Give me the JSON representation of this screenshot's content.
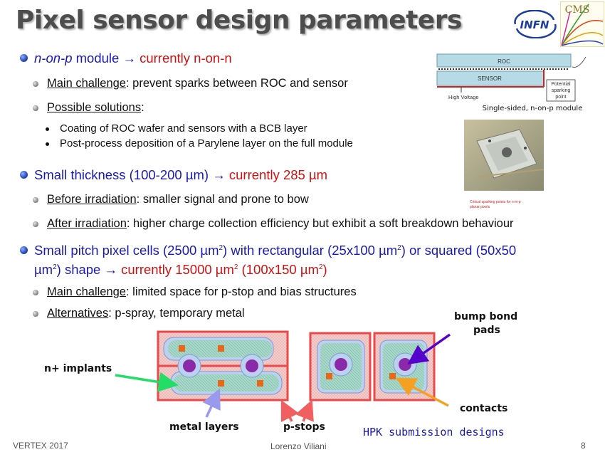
{
  "slide": {
    "title": "Pixel sensor design parameters",
    "sections": [
      {
        "head": {
          "a": "n-on-p",
          "b": " module → ",
          "c": "currently n-on-n"
        },
        "items": [
          {
            "key": "Main challenge",
            "rest": ": prevent sparks between ROC and sensor"
          },
          {
            "key": "Possible solutions",
            "rest": ":"
          }
        ],
        "subitems": [
          "Coating of ROC wafer and sensors with a BCB layer",
          "Post-process deposition of a Parylene layer on the full module"
        ]
      },
      {
        "head": {
          "a": "Small thickness (100-200 µm) → ",
          "c": "currently 285 µm"
        },
        "items": [
          {
            "key": "Before irradiation",
            "rest": ": smaller signal and prone to bow"
          },
          {
            "key": "After irradiation",
            "rest": ": higher charge collection efficiency but exhibit a soft breakdown behaviour"
          }
        ]
      },
      {
        "head": {
          "line1": {
            "p1": "Small pitch pixel cells (2500 µm",
            "s1": "2",
            "p2": ") with rectangular (25x100 µm",
            "s2": "2",
            "p3": ") or squared (50x50"
          },
          "line2": {
            "p1": "µm",
            "s1": "2",
            "p2": ") shape → ",
            "r1": "currently 15000 µm",
            "rs1": "2",
            "r2": " (100x150 µm",
            "rs2": "2",
            "r3": ")"
          }
        },
        "items": [
          {
            "key": "Main challenge",
            "rest": ": limited space for p-stop and bias structures"
          },
          {
            "key": "Alternatives",
            "rest": ": p-spray, temporary metal"
          }
        ]
      }
    ],
    "figure_module": {
      "roc": "ROC",
      "sensor": "SENSOR",
      "high_voltage": "High Voltage",
      "potential": [
        "Potential",
        "sparking",
        "point"
      ],
      "caption": "Single-sided, n-on-p module",
      "photo_caption": [
        "Critical sparking points for n-in-p",
        "planar pixels"
      ]
    },
    "figure_pixels": {
      "n_implants": "n+ implants",
      "metal_layers": "metal layers",
      "p_stops": "p-stops",
      "bump_bond": [
        "bump bond",
        "pads"
      ],
      "contacts": "contacts",
      "hpk": "HPK submission designs"
    },
    "logos": {
      "infn": "INFN",
      "cms": "CMS"
    },
    "footer": {
      "left": "VERTEX 2017",
      "center": "Lorenzo Viliani",
      "page": "8"
    }
  },
  "colors": {
    "title": "#4d4d4d",
    "blue_text": "#1a1ab3",
    "red_text": "#d01010",
    "pstop_red": "#e84a4a",
    "implant_green": "#9fd8c0",
    "metal_blue": "#bcd0f0",
    "bump_purple": "#8b2aa8",
    "contact_orange": "#e8681a",
    "arrow_green": "#22dd66",
    "arrow_lavender": "#9999ee",
    "arrow_red": "#f06060",
    "arrow_purple": "#5500cc",
    "arrow_orange": "#f5a020"
  }
}
